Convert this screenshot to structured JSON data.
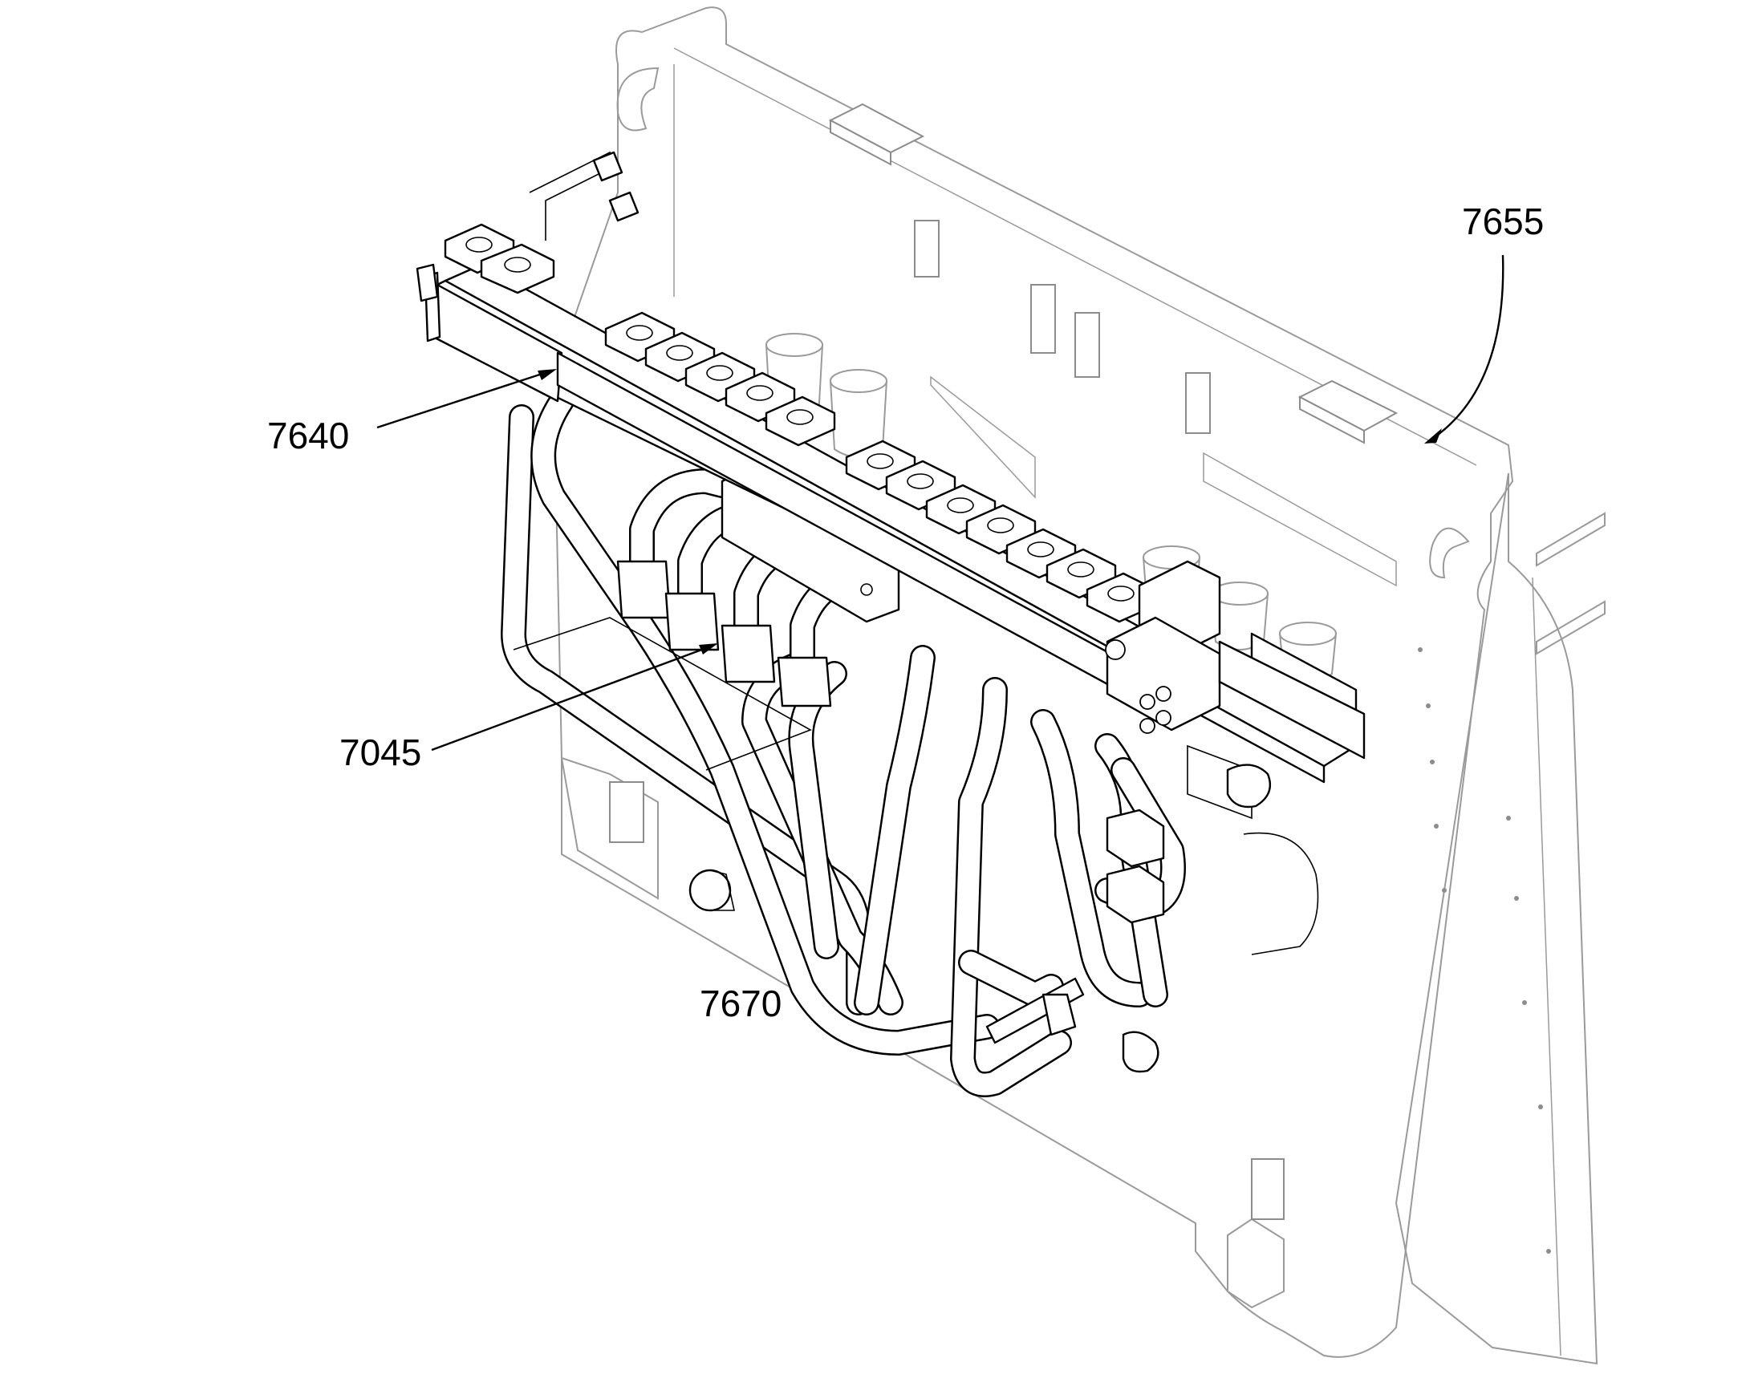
{
  "callouts": [
    {
      "id": "7655",
      "label": "7655"
    },
    {
      "id": "7640",
      "label": "7640"
    },
    {
      "id": "7045",
      "label": "7045"
    },
    {
      "id": "7670",
      "label": "7670"
    }
  ],
  "colors": {
    "line": "#000000",
    "background_frame": "#9a9a9a",
    "page": "#ffffff"
  }
}
